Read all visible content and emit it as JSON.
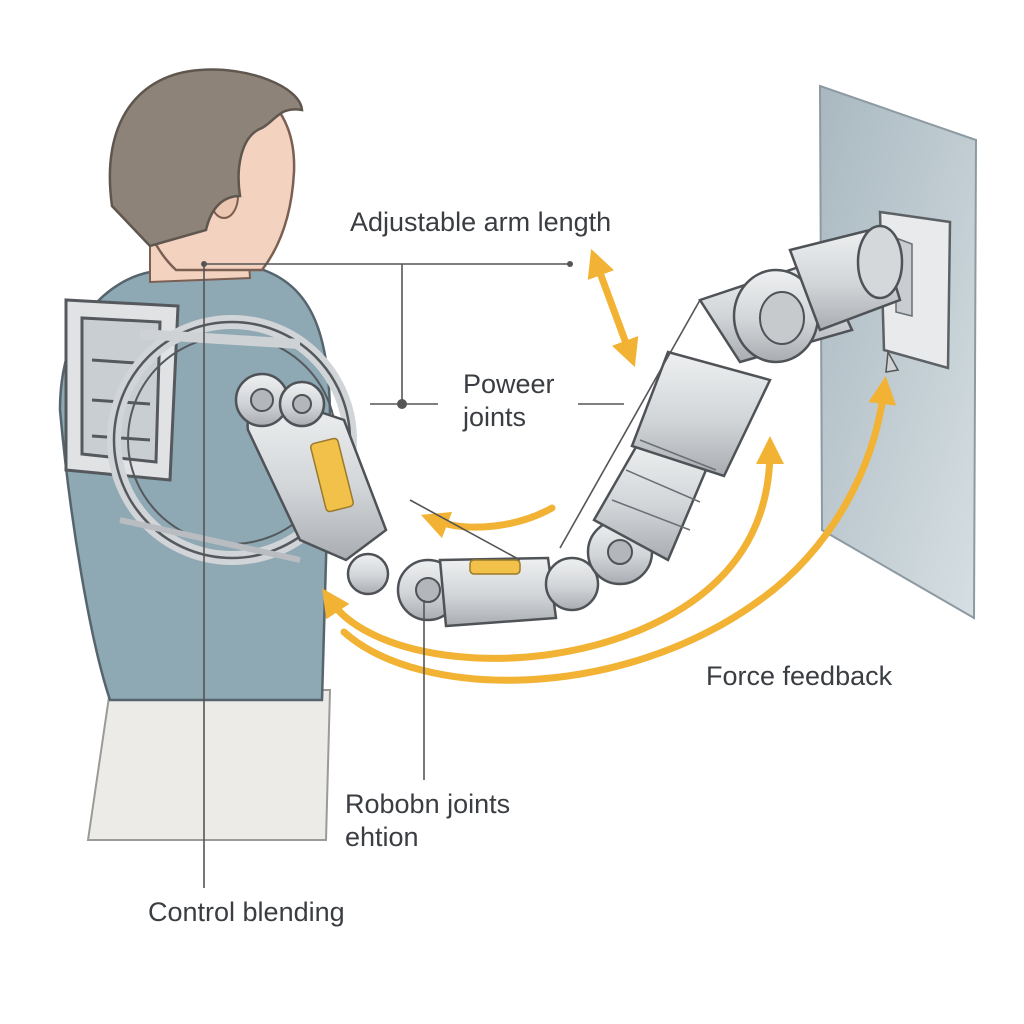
{
  "labels": {
    "arm_length": "Adjustable arm length",
    "power_joints_1": "Poweer",
    "power_joints_2": "joints",
    "force_feedback": "Force feedback",
    "robot_joints_1": "Robobn joints",
    "robot_joints_2": "ehtion",
    "control_blending": "Control blending"
  },
  "colors": {
    "arrow": "#f2b233",
    "shirt": "#8ea8b4",
    "hair": "#8d8378",
    "skin": "#f3d3c0",
    "metal": "#d8dadc",
    "panel": "#b9c6cd",
    "leader": "#555555"
  },
  "icons": {
    "arrows": "curved-double-arrow",
    "arm": "robotic-arm",
    "figure": "person-wearing-exoskeleton"
  }
}
